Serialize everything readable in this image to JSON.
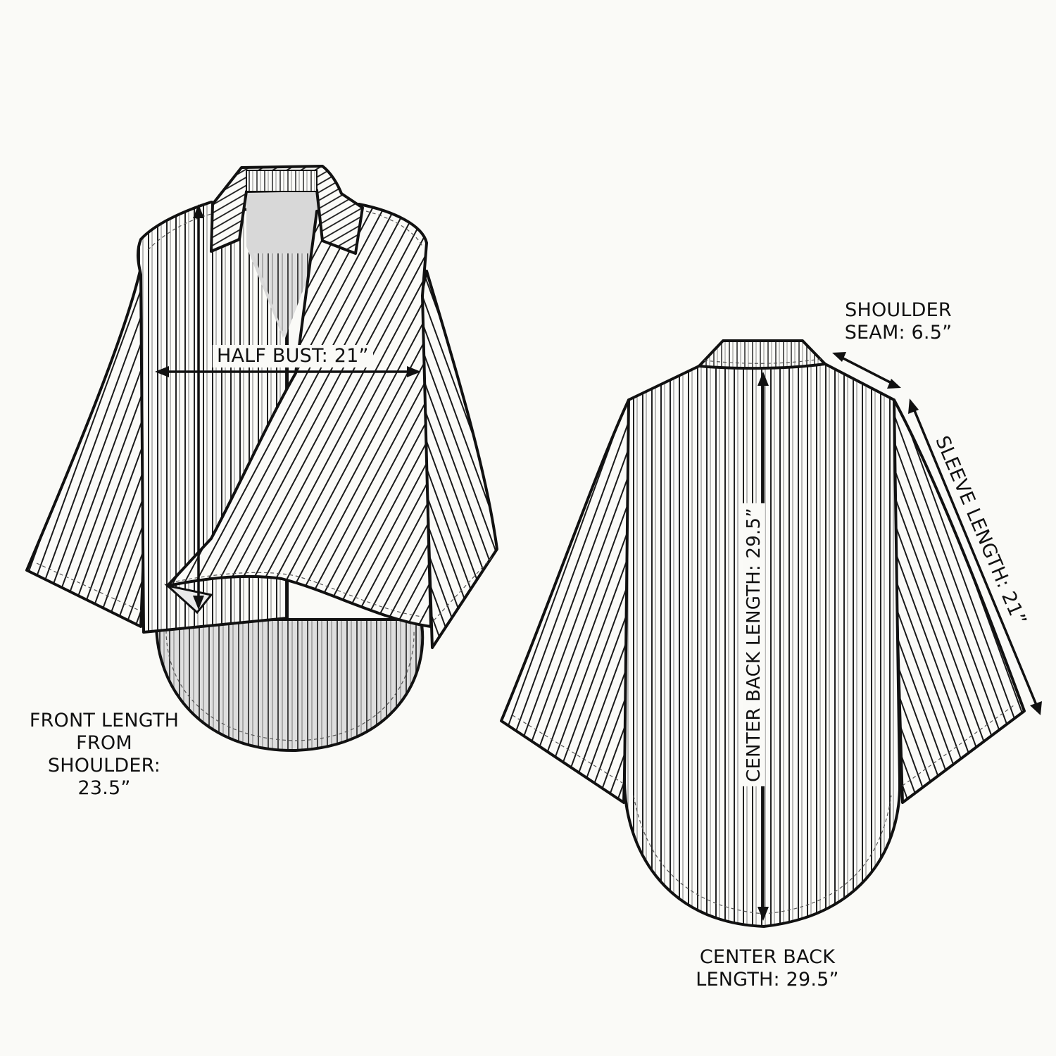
{
  "diagram": {
    "type": "technical flat sketch",
    "subject": "striped collared wrap-front shirt, front and back views",
    "colors": {
      "background": "#fafaf7",
      "line": "#111111",
      "stripe": "#222222",
      "lining_shade": "#d9d9d9"
    },
    "views": [
      {
        "id": "front",
        "name": "Front view"
      },
      {
        "id": "back",
        "name": "Back view"
      }
    ]
  },
  "measurements": {
    "half_bust": {
      "label": "HALF BUST: 21”",
      "value": 21,
      "unit": "in"
    },
    "front_length": {
      "lines": [
        "FRONT LENGTH",
        "FROM",
        "SHOULDER:",
        "23.5”"
      ],
      "value": 23.5,
      "unit": "in"
    },
    "shoulder_seam": {
      "lines": [
        "SHOULDER",
        "SEAM: 6.5”"
      ],
      "value": 6.5,
      "unit": "in"
    },
    "sleeve_length": {
      "label": "SLEEVE LENGTH: 21”",
      "value": 21,
      "unit": "in"
    },
    "center_back_length_vertical": {
      "label": "CENTER BACK LENGTH: 29.5”",
      "value": 29.5,
      "unit": "in"
    },
    "center_back_length": {
      "lines": [
        "CENTER BACK",
        "LENGTH: 29.5”"
      ],
      "value": 29.5,
      "unit": "in"
    }
  }
}
